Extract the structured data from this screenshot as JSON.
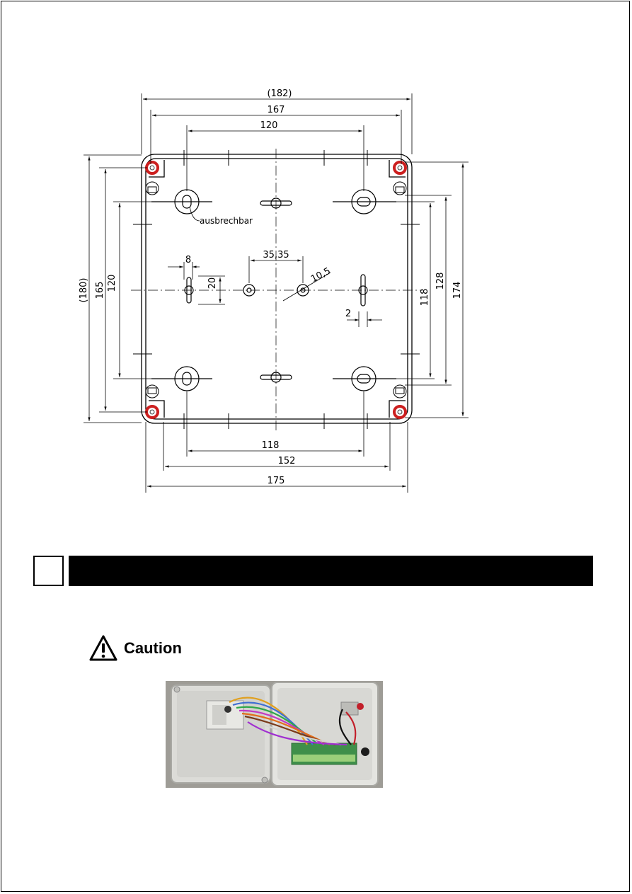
{
  "drawing": {
    "dims": {
      "w182": "(182)",
      "w167": "167",
      "w120_top": "120",
      "h180": "(180)",
      "h165": "165",
      "h120_left": "120",
      "d8": "8",
      "d20": "20",
      "d35": "35,35",
      "d10_5": "10,5",
      "d2": "2",
      "h118_right": "118",
      "h128": "128",
      "h174": "174",
      "w118_bottom": "118",
      "w152": "152",
      "w175": "175"
    },
    "knockout_label": "ausbrechbar",
    "screw_color": "#cc1f1f"
  },
  "section": {
    "number": "",
    "title": ""
  },
  "caution": {
    "label": "Caution",
    "icon": "warning-triangle-icon"
  },
  "photo": {
    "icon": "enclosure-photo"
  }
}
